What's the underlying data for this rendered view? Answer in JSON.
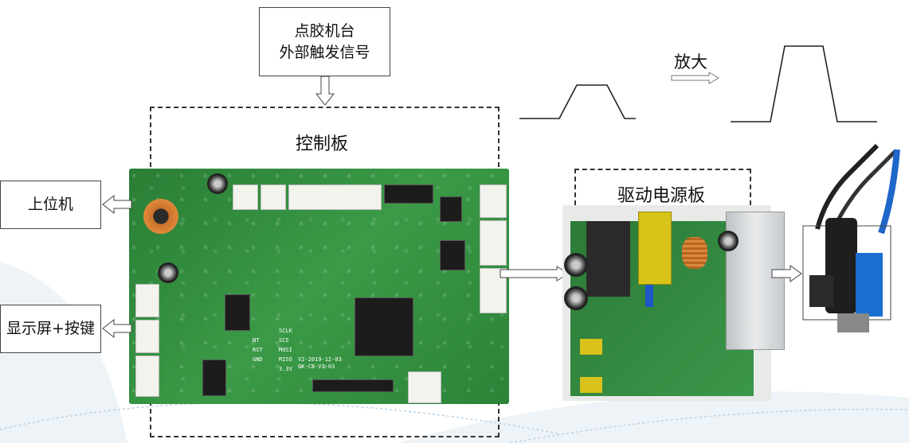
{
  "signal_source": {
    "line1": "点胶机台",
    "line2": "外部触发信号"
  },
  "control_board": {
    "label": "控制板"
  },
  "host_pc": {
    "label": "上位机"
  },
  "display_keys": {
    "label": "显示屏+按键"
  },
  "amplify": {
    "label": "放大"
  },
  "driver_power_board": {
    "label": "驱动电源板"
  },
  "pcb_silk": {
    "sclk": "SCLK",
    "scs": "SCS",
    "mosi": "MOSI",
    "miso": "MISO",
    "v33": "3.3V",
    "nt": "NT",
    "rst": "RST",
    "gnd": "GND",
    "revision": "V2-2019-12-03\nGK-CB-V3-03"
  },
  "colors": {
    "pcb_green": "#2f8a3c",
    "line": "#333333",
    "bg": "#ffffff"
  }
}
